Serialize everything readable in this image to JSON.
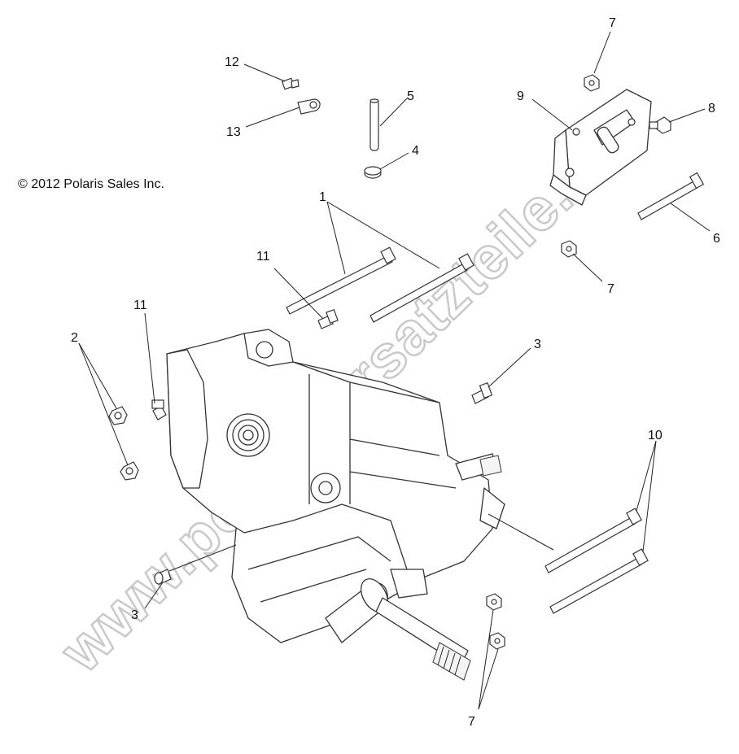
{
  "copyright": "© 2012 Polaris Sales Inc.",
  "watermark": "www.polarisersatzteile.de",
  "callouts": {
    "c1": "1",
    "c2": "2",
    "c3a": "3",
    "c3b": "3",
    "c4": "4",
    "c5": "5",
    "c6": "6",
    "c7a": "7",
    "c7b": "7",
    "c7c": "7",
    "c8": "8",
    "c9": "9",
    "c10": "10",
    "c11a": "11",
    "c11b": "11",
    "c12": "12",
    "c13": "13"
  },
  "colors": {
    "line": "#333333",
    "watermark_stroke": "#c9c9c9"
  }
}
